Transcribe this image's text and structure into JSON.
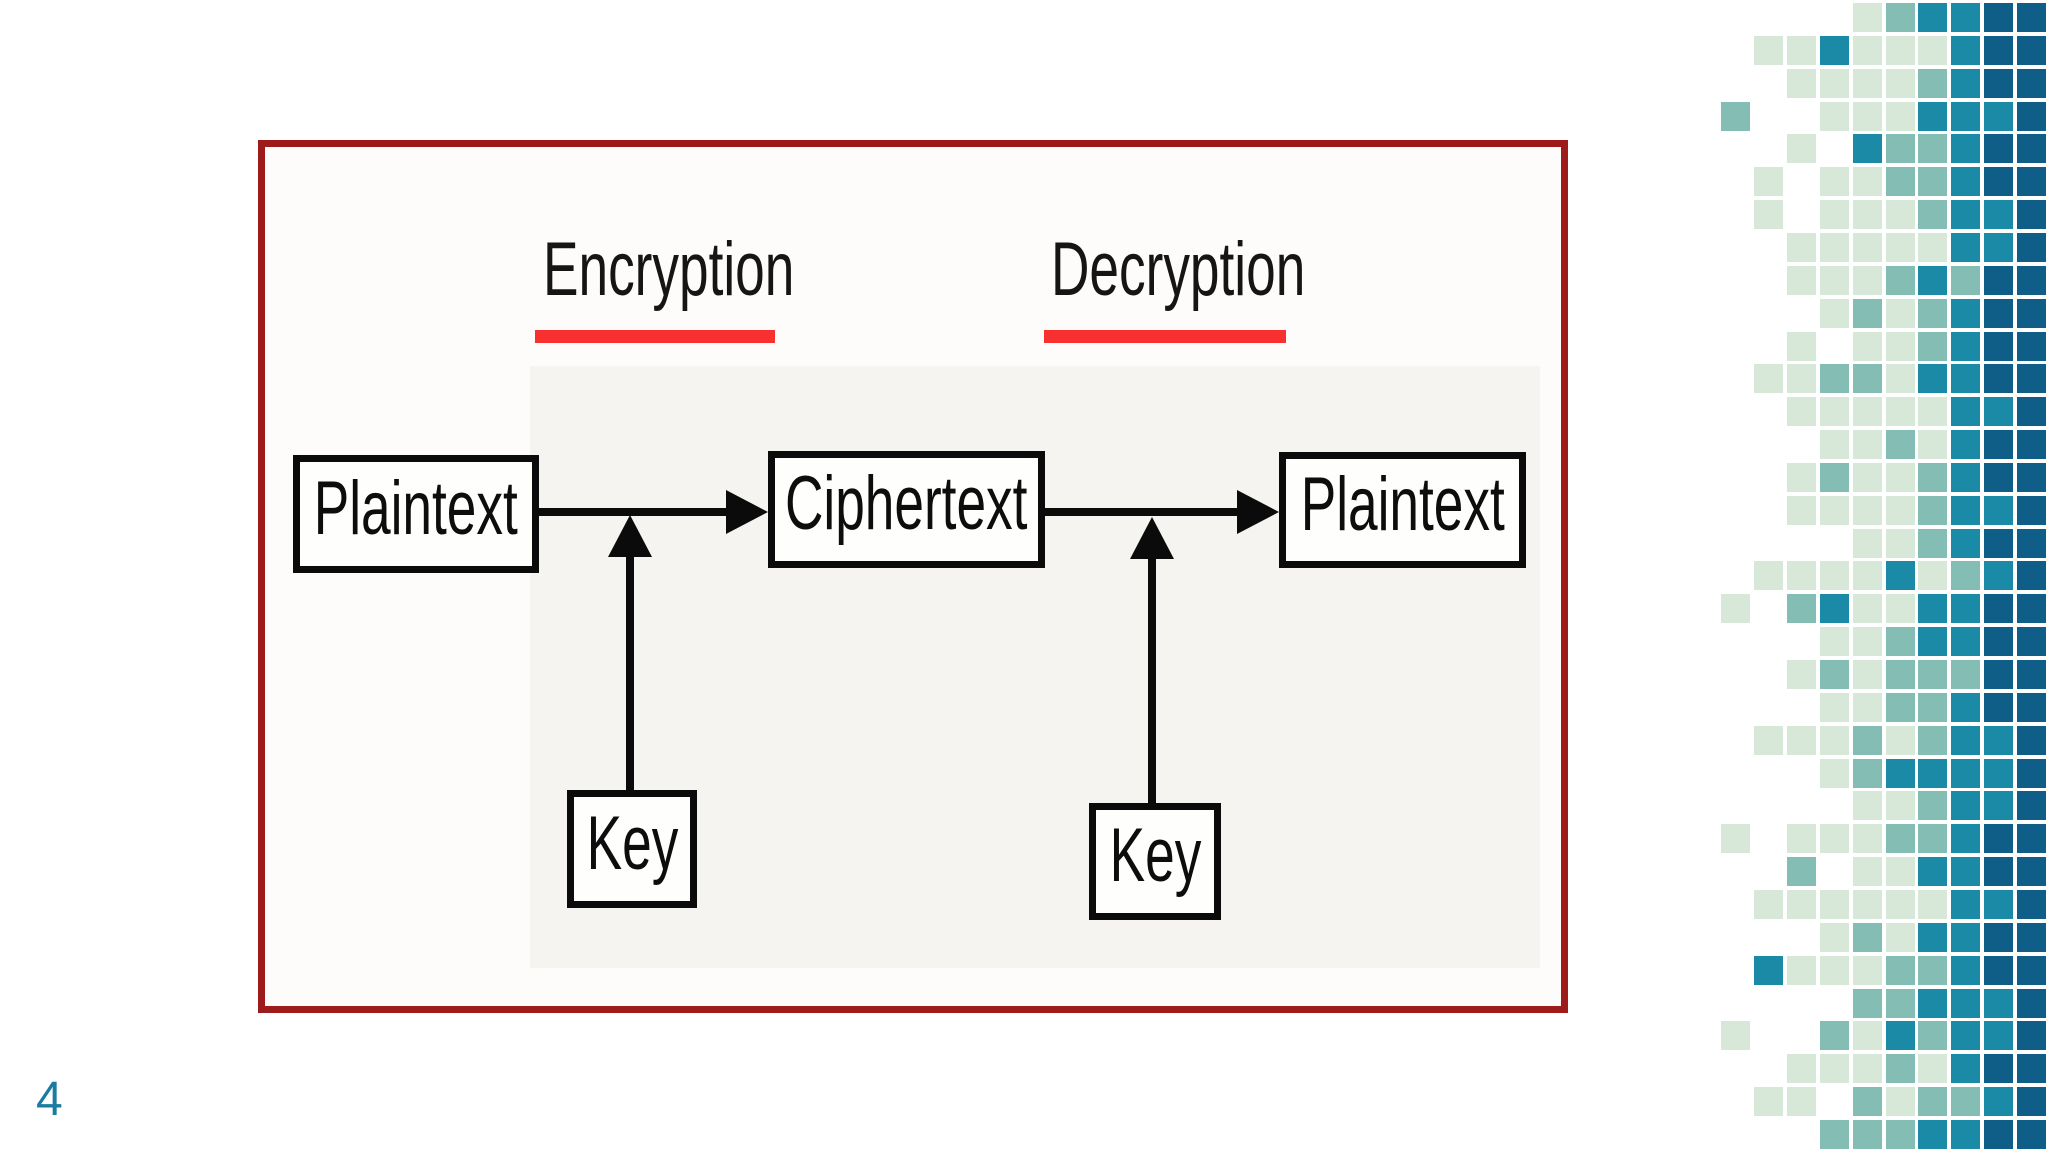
{
  "slide": {
    "page_number": "4",
    "page_number_color": "#1a7ca0",
    "background_color": "#ffffff"
  },
  "diagram": {
    "frame_border_color": "#9e1b1b",
    "underline_color": "#f93030",
    "line_color": "#0b0b0b",
    "stage_labels": [
      {
        "text": "Encryption"
      },
      {
        "text": "Decryption"
      }
    ],
    "nodes": [
      {
        "label": "Plaintext"
      },
      {
        "label": "Ciphertext"
      },
      {
        "label": "Plaintext"
      },
      {
        "label": "Key"
      },
      {
        "label": "Key"
      }
    ],
    "flows": [
      {
        "from": "Plaintext",
        "to": "Ciphertext",
        "via": "Encryption",
        "key_input": "Key"
      },
      {
        "from": "Ciphertext",
        "to": "Plaintext",
        "via": "Decryption",
        "key_input": "Key"
      }
    ]
  },
  "mosaic": {
    "palette": {
      "1": "#d7e8d8",
      "2": "#83bdb3",
      "3": "#1b8aa6",
      "4": "#0e5e88"
    },
    "cell_size": 29,
    "col_pitch": 32.9,
    "row_pitch": 32.85,
    "rows": [
      "0000123344",
      "0113111344",
      "0011112344",
      "2001113334",
      "0010322344",
      "0101122344",
      "0101112334",
      "0011111334",
      "0011123244",
      "0001212344",
      "0010112344",
      "0112213344",
      "0011111334",
      "0001121344",
      "0012112344",
      "0011112334",
      "0000112344",
      "0111131234",
      "1023113344",
      "0001123344",
      "0012122244",
      "0001122344",
      "0111212334",
      "0001233334",
      "0000112334",
      "1011122344",
      "0020113344",
      "0111111334",
      "0001213344",
      "0311122344",
      "0000223334",
      "1002132334",
      "0011121344",
      "0110212234",
      "0002223344"
    ]
  }
}
